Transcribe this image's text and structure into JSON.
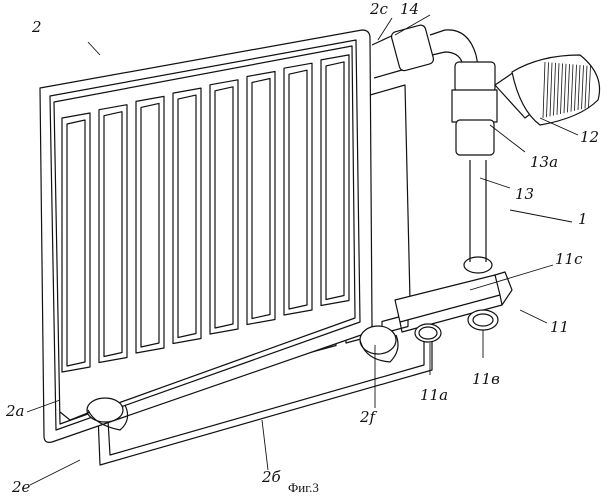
{
  "figure": {
    "caption": "Фиг.3",
    "labels": {
      "l2": "2",
      "l2c": "2c",
      "l14": "14",
      "l12": "12",
      "l13a": "13a",
      "l13": "13",
      "l1": "1",
      "l11c": "11c",
      "l11": "11",
      "l11b": "11в",
      "l11a": "11a",
      "l2f": "2f",
      "l2b": "2б",
      "l2a": "2a",
      "l2e": "2e"
    }
  }
}
